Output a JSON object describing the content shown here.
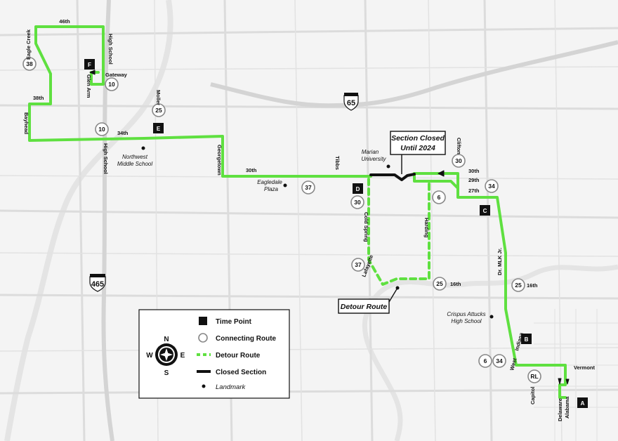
{
  "colors": {
    "route": "#5fe040",
    "closed": "#111111",
    "background": "#f4f4f4",
    "roads": "#dedede",
    "river": "#e6e6e6"
  },
  "legend": {
    "time_point": "Time Point",
    "connecting_route": "Connecting Route",
    "detour_route": "Detour Route",
    "closed_section": "Closed Section",
    "landmark": "Landmark",
    "compass": {
      "n": "N",
      "s": "S",
      "e": "E",
      "w": "W"
    }
  },
  "callouts": {
    "closed_line1": "Section Closed",
    "closed_line2": "Until 2024",
    "detour": "Detour Route"
  },
  "highways": {
    "i65": "65",
    "i465": "465"
  },
  "time_points": [
    "F",
    "E",
    "D",
    "C",
    "B",
    "A"
  ],
  "routes": [
    "38",
    "10",
    "25",
    "10",
    "37",
    "30",
    "30",
    "34",
    "6",
    "37",
    "25",
    "25",
    "6",
    "34",
    "RL"
  ],
  "streets": {
    "s46th": "46th",
    "eagle_creek": "Eagle Creek",
    "high_school_n": "High School",
    "gateway": "Gateway",
    "glen_arm": "Glen Arm",
    "s38th": "38th",
    "bayhead": "Bayhead",
    "moller": "Moller",
    "s34th": "34th",
    "high_school_s": "High School",
    "georgetown": "Georgetown",
    "s30th_w": "30th",
    "tibbs": "Tibbs",
    "clifton": "Clifton",
    "s30th_e": "30th",
    "s29th": "29th",
    "s27th": "27th",
    "cold_spring": "Cold Spring",
    "harding": "Harding",
    "lafayette": "Lafayette",
    "s16th_w": "16th",
    "dr_mlk": "Dr. MLK Jr.",
    "s16th_e": "16th",
    "indiana": "Indiana",
    "west": "West",
    "capitol": "Capitol",
    "vermont": "Vermont",
    "delaware": "Delaware",
    "alabama": "Alabama"
  },
  "landmarks": {
    "northwest_ms_1": "Northwest",
    "northwest_ms_2": "Middle School",
    "eagledale_1": "Eagledale",
    "eagledale_2": "Plaza",
    "marian_1": "Marian",
    "marian_2": "University",
    "crispus_1": "Crispus Attucks",
    "crispus_2": "High School"
  }
}
